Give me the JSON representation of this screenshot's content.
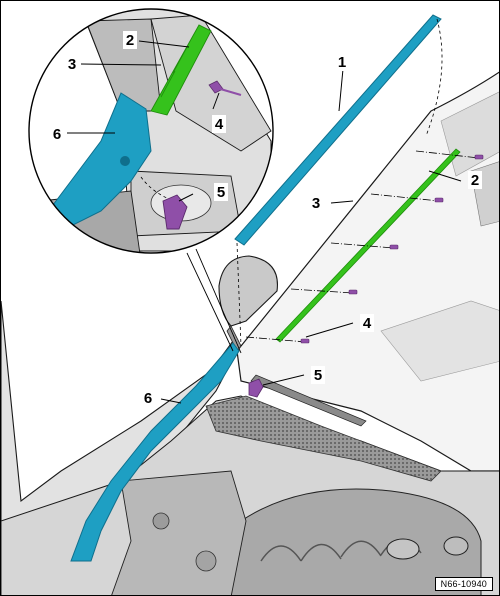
{
  "callouts": {
    "main": {
      "c1": "1",
      "c2": "2",
      "c3": "3",
      "c4": "4",
      "c5": "5",
      "c6": "6"
    },
    "inset": {
      "c2": "2",
      "c3": "3",
      "c4": "4",
      "c5": "5",
      "c6": "6"
    }
  },
  "reference_code": "N66-10940",
  "colors": {
    "moulding": "#1e9fc3",
    "moulding_dark": "#0f6f8c",
    "adhesive_strip": "#35c21c",
    "clip": "#8f4fa8",
    "body_light": "#e6e6e6",
    "body_mid": "#bdbdbd",
    "body_dark": "#7a7a7a",
    "outline": "#1a1a1a"
  }
}
